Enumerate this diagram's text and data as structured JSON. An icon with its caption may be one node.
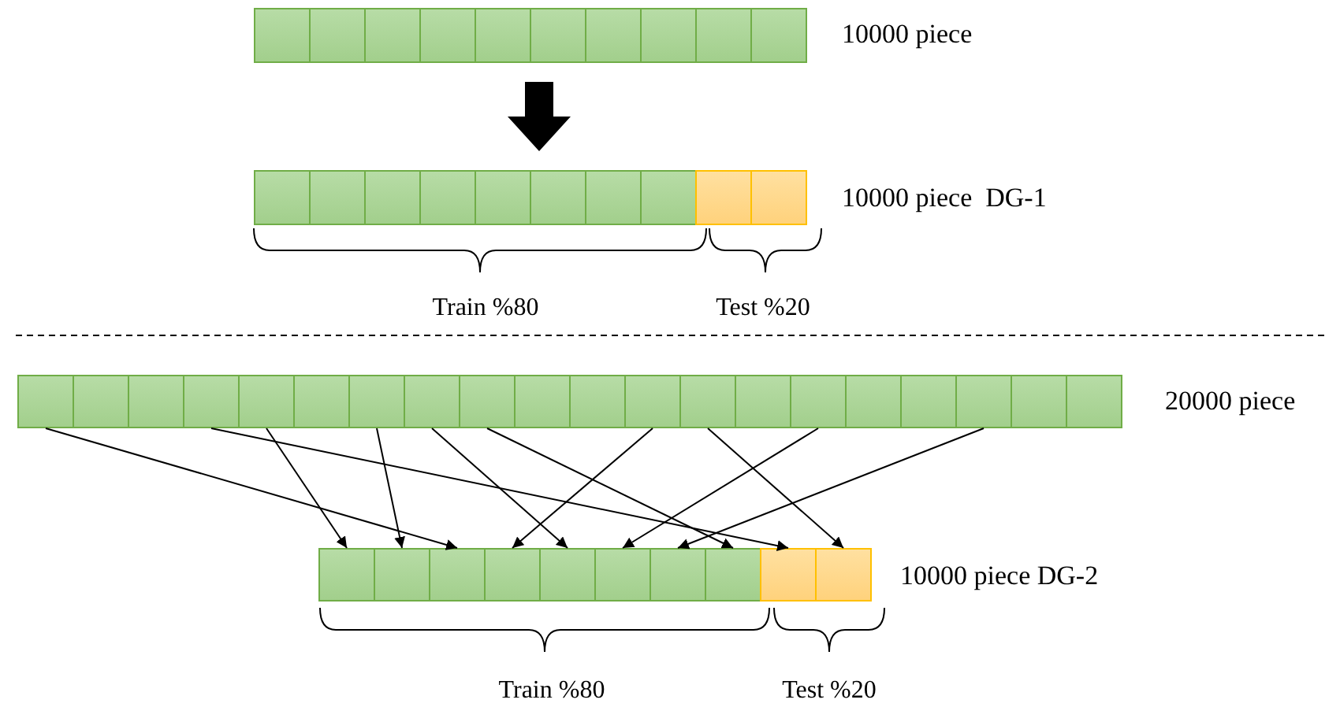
{
  "diagram": {
    "nodes": [
      {
        "text": [],
        "shape": "bar",
        "beside": [
          "10000 piece"
        ]
      },
      {
        "text": [],
        "shape": "box",
        "in": 0
      },
      {
        "text": [],
        "shape": "box",
        "in": 0
      },
      {
        "text": [],
        "shape": "box",
        "in": 0
      },
      {
        "text": [],
        "shape": "box",
        "in": 0
      },
      {
        "text": [],
        "shape": "box",
        "in": 0
      },
      {
        "text": [],
        "shape": "box",
        "in": 0
      },
      {
        "text": [],
        "shape": "box",
        "in": 0
      },
      {
        "text": [],
        "shape": "box",
        "in": 0
      },
      {
        "text": [],
        "shape": "box",
        "in": 0
      },
      {
        "text": [],
        "shape": "box",
        "in": 0
      },
      {
        "text": [],
        "shape": "bar",
        "beside": [
          "10000 piece  DG-1"
        ]
      },
      {
        "text": [],
        "shape": "box",
        "in": 11
      },
      {
        "text": [],
        "shape": "box",
        "in": 11
      },
      {
        "text": [],
        "shape": "box",
        "in": 11
      },
      {
        "text": [],
        "shape": "box",
        "in": 11
      },
      {
        "text": [],
        "shape": "box",
        "in": 11
      },
      {
        "text": [],
        "shape": "box",
        "in": 11
      },
      {
        "text": [],
        "shape": "box",
        "in": 11
      },
      {
        "text": [],
        "shape": "box",
        "in": 11
      },
      {
        "text": [],
        "shape": "box",
        "in": 11
      },
      {
        "text": [],
        "shape": "box",
        "in": 11
      },
      {
        "text": [],
        "shape": "bar",
        "beside": [
          "20000 piece"
        ]
      },
      {
        "text": [],
        "shape": "box",
        "in": 22
      },
      {
        "text": [],
        "shape": "box",
        "in": 22
      },
      {
        "text": [],
        "shape": "box",
        "in": 22
      },
      {
        "text": [],
        "shape": "box",
        "in": 22
      },
      {
        "text": [],
        "shape": "box",
        "in": 22
      },
      {
        "text": [],
        "shape": "box",
        "in": 22
      },
      {
        "text": [],
        "shape": "box",
        "in": 22
      },
      {
        "text": [],
        "shape": "box",
        "in": 22
      },
      {
        "text": [],
        "shape": "box",
        "in": 22
      },
      {
        "text": [],
        "shape": "box",
        "in": 22
      },
      {
        "text": [],
        "shape": "box",
        "in": 22
      },
      {
        "text": [],
        "shape": "box",
        "in": 22
      },
      {
        "text": [],
        "shape": "box",
        "in": 22
      },
      {
        "text": [],
        "shape": "box",
        "in": 22
      },
      {
        "text": [],
        "shape": "box",
        "in": 22
      },
      {
        "text": [],
        "shape": "box",
        "in": 22
      },
      {
        "text": [],
        "shape": "box",
        "in": 22
      },
      {
        "text": [],
        "shape": "box",
        "in": 22
      },
      {
        "text": [],
        "shape": "box",
        "in": 22
      },
      {
        "text": [],
        "shape": "box",
        "in": 22
      },
      {
        "text": [],
        "shape": "bar",
        "beside": [
          "10000 piece DG-2"
        ]
      },
      {
        "text": [],
        "shape": "box",
        "in": 43
      },
      {
        "text": [],
        "shape": "box",
        "in": 43
      },
      {
        "text": [],
        "shape": "box",
        "in": 43
      },
      {
        "text": [],
        "shape": "box",
        "in": 43
      },
      {
        "text": [],
        "shape": "box",
        "in": 43
      },
      {
        "text": [],
        "shape": "box",
        "in": 43
      },
      {
        "text": [],
        "shape": "box",
        "in": 43
      },
      {
        "text": [],
        "shape": "box",
        "in": 43
      },
      {
        "text": [],
        "shape": "box",
        "in": 43
      },
      {
        "text": [],
        "shape": "box",
        "in": 43
      }
    ],
    "edges": [
      {
        "from": 0,
        "to": 11,
        "arrow": "to",
        "style": "thick"
      },
      {
        "from": 23,
        "to": 46,
        "arrow": "to"
      },
      {
        "from": 26,
        "to": 52,
        "arrow": "to"
      },
      {
        "from": 27,
        "to": 44,
        "arrow": "to"
      },
      {
        "from": 29,
        "to": 45,
        "arrow": "to"
      },
      {
        "from": 30,
        "to": 48,
        "arrow": "to"
      },
      {
        "from": 31,
        "to": 51,
        "arrow": "to"
      },
      {
        "from": 34,
        "to": 47,
        "arrow": "to"
      },
      {
        "from": 35,
        "to": 53,
        "arrow": "to"
      },
      {
        "from": 37,
        "to": 49,
        "arrow": "to"
      },
      {
        "from": 40,
        "to": 50,
        "arrow": "to"
      }
    ],
    "labels": [
      "Train %80",
      "Test %20",
      "Train %80",
      "Test %20"
    ]
  }
}
